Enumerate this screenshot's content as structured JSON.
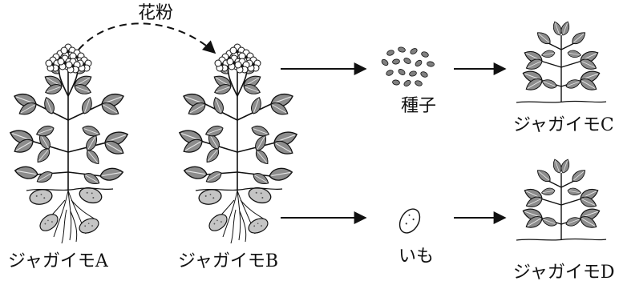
{
  "diagram": {
    "pollen_label": "花粉",
    "plant_a_label": "ジャガイモA",
    "plant_b_label": "ジャガイモB",
    "seed_label": "種子",
    "tuber_label": "いも",
    "plant_c_label": "ジャガイモC",
    "plant_d_label": "ジャガイモD"
  },
  "colors": {
    "ink": "#111111",
    "leaf_fill": "#8c8c8c",
    "leaf_vein": "#e6e6e6",
    "seed_fill": "#808080",
    "tuber_fill": "#c4c4c4",
    "flower_fill": "#ffffff"
  },
  "icons": [
    "potato-plant-a",
    "potato-plant-b",
    "seed-cluster",
    "potato-tuber",
    "young-plant-c",
    "young-plant-d"
  ]
}
